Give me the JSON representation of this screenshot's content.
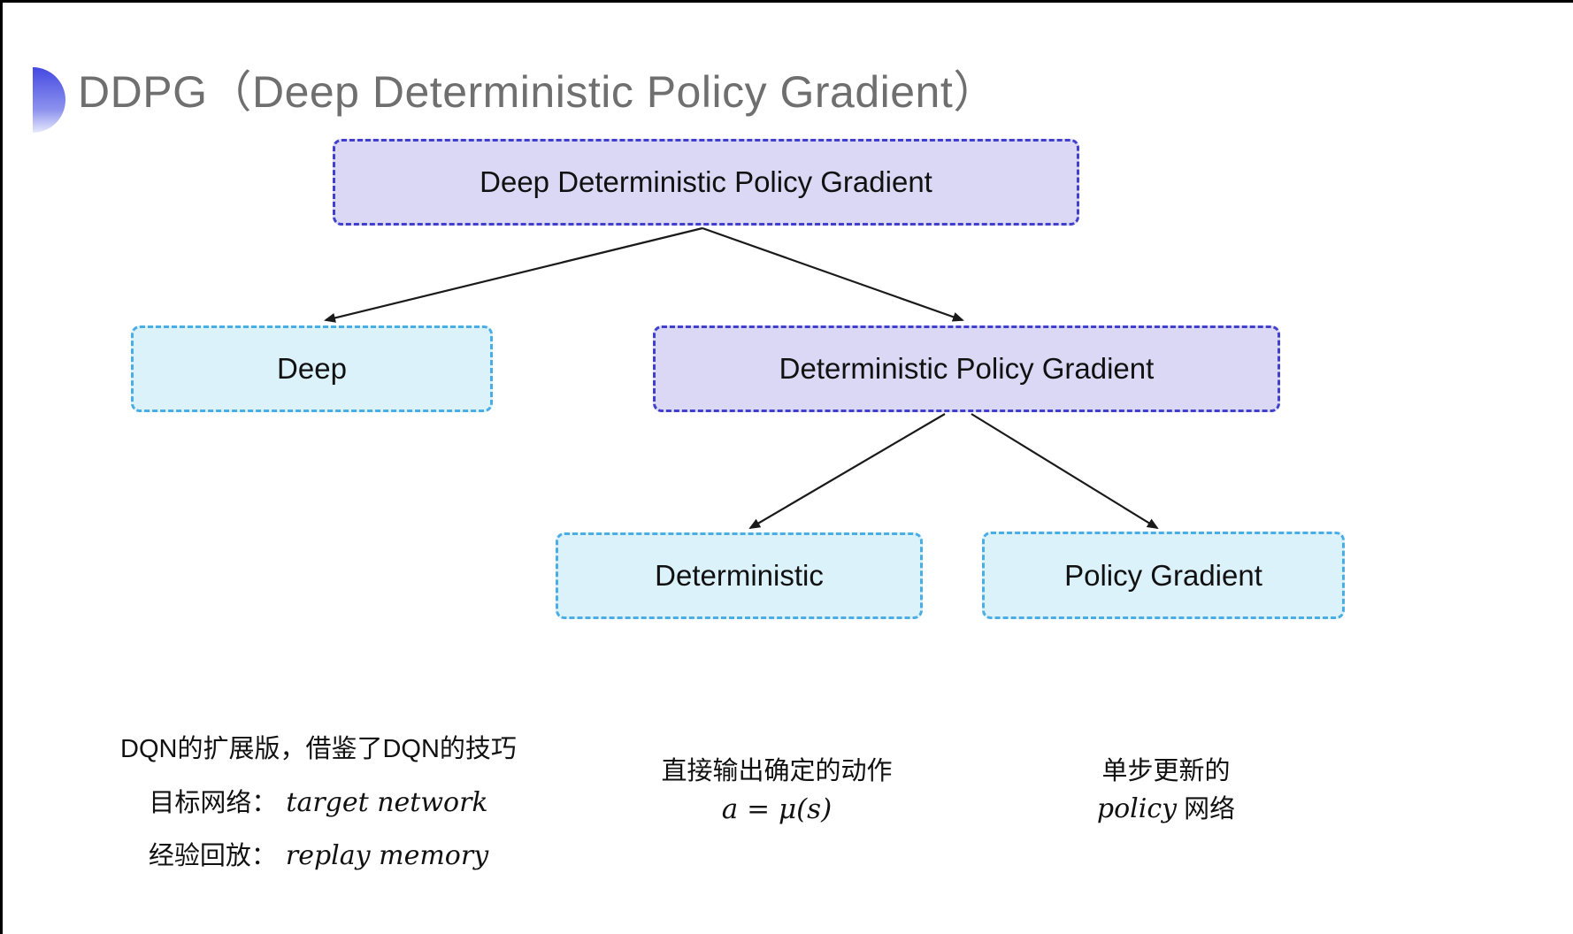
{
  "slide": {
    "title": "DDPG（Deep Deterministic Policy Gradient）"
  },
  "tree": {
    "root": "Deep Deterministic Policy Gradient",
    "deep": "Deep",
    "dpg": "Deterministic Policy Gradient",
    "deterministic": "Deterministic",
    "policy_gradient": "Policy Gradient"
  },
  "notes": {
    "deep_line1": "DQN的扩展版，借鉴了DQN的技巧",
    "deep_line2_label": "目标网络：",
    "deep_line2_term": "target network",
    "deep_line3_label": "经验回放：",
    "deep_line3_term": "replay memory",
    "det_line1": "直接输出确定的动作",
    "det_formula": "a = μ(s)",
    "pg_line1": "单步更新的",
    "pg_line2_term": "policy",
    "pg_line2_rest": "网络"
  },
  "colors": {
    "purple_fill": "#dbd8f5",
    "purple_border": "#4040cc",
    "cyan_fill": "#dcf2fb",
    "cyan_border": "#4aade3",
    "title_text": "#6f6f6f",
    "node_text": "#111111",
    "arrow": "#1a1a1a",
    "icon_gradient_top": "#4449e2",
    "icon_gradient_bottom": "#e6e9fb"
  }
}
